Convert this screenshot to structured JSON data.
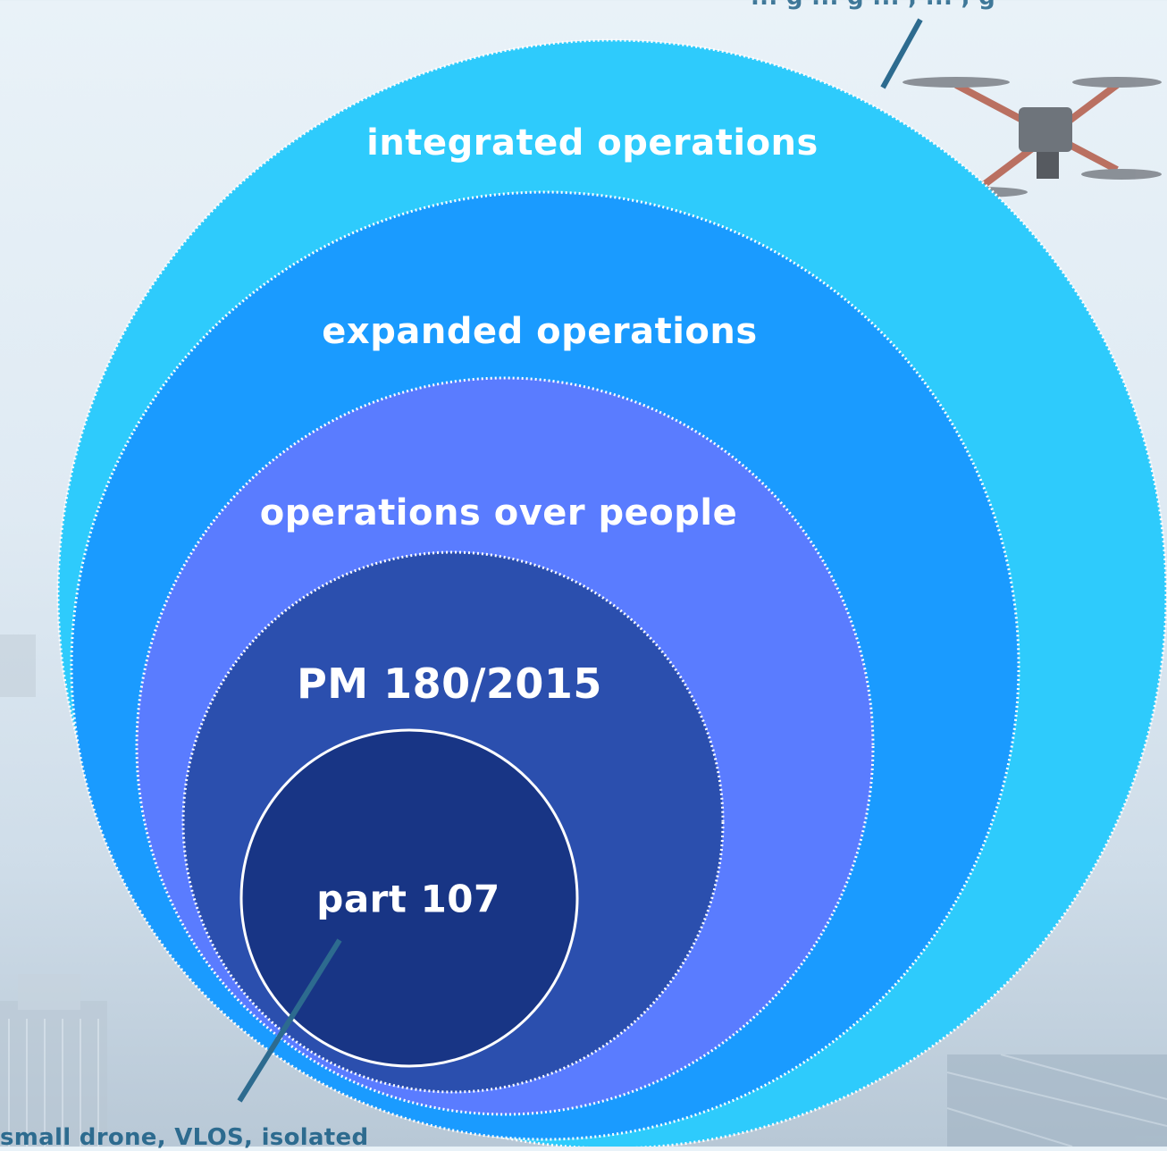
{
  "colors": {
    "ring_outer": "#2ecbfc",
    "ring_second": "#1a9bff",
    "ring_third": "#5a7cff",
    "ring_fourth": "#2b4fae",
    "ring_core": "#183585",
    "callout_line": "#2d6b8f"
  },
  "rings": [
    {
      "label": "integrated operations"
    },
    {
      "label": "expanded operations"
    },
    {
      "label": "operations over people"
    },
    {
      "label": "PM 180/2015"
    },
    {
      "label": "part 107"
    }
  ],
  "callouts": {
    "top_right": "... g ... g ... , ... , g",
    "bottom_left": "small drone, VLOS, isolated"
  },
  "background": {
    "icons": [
      "drone-icon",
      "building-icon"
    ]
  }
}
